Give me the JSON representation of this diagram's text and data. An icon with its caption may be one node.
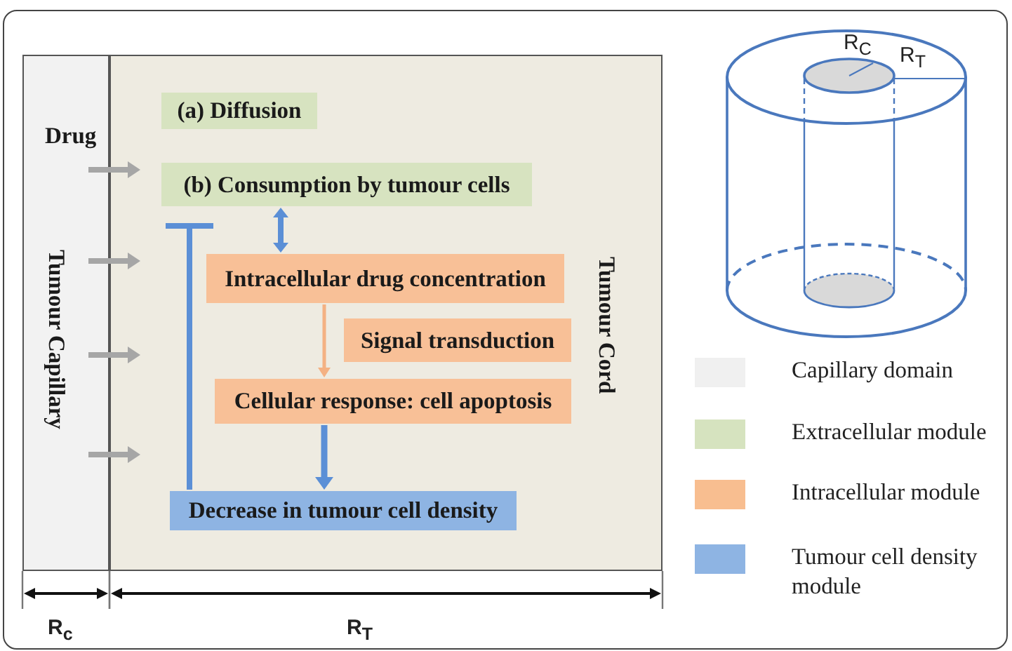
{
  "diagram": {
    "nodes": [
      {
        "text": [
          "Drug",
          "Tumour Capillary"
        ]
      },
      {
        "text": [
          "Tumour Cord"
        ]
      },
      {
        "text": [
          "(a) Diffusion"
        ],
        "in": 1
      },
      {
        "text": [
          "(b) Consumption by tumour cells"
        ],
        "in": 1
      },
      {
        "text": [
          "Intracellular drug concentration"
        ],
        "in": 1
      },
      {
        "text": [
          "Signal transduction"
        ],
        "in": 1
      },
      {
        "text": [
          "Cellular response: cell apoptosis"
        ],
        "in": 1
      },
      {
        "text": [
          "Decrease in tumour cell density"
        ],
        "in": 1
      }
    ],
    "edges": [
      {
        "from": 0,
        "to": 1,
        "arrow": "to"
      },
      {
        "from": 0,
        "to": 1,
        "arrow": "to"
      },
      {
        "from": 0,
        "to": 1,
        "arrow": "to"
      },
      {
        "from": 0,
        "to": 1,
        "arrow": "to"
      },
      {
        "from": 3,
        "to": 4,
        "arrow": "both",
        "color": "#5b8fd6"
      },
      {
        "from": 4,
        "to": 6,
        "arrow": "to",
        "color": "#f4b183"
      },
      {
        "from": 6,
        "to": 7,
        "arrow": "to",
        "color": "#5b8fd6"
      },
      {
        "from": 7,
        "to": 3,
        "arrow": "other",
        "color": "#5b8fd6"
      }
    ],
    "labels": [
      "R$_{C}$",
      "R$_{T}$",
      "R$_{c}$",
      "R$_{T}$"
    ],
    "legend": [
      {
        "text": "Capillary domain",
        "color": "#f0f0f0"
      },
      {
        "text": "Extracellular module",
        "color": "#d6e3bf"
      },
      {
        "text": "Intracellular module",
        "color": "#f8be90"
      },
      {
        "text": "Tumour cell density module",
        "color": "#8eb4e3"
      }
    ]
  }
}
